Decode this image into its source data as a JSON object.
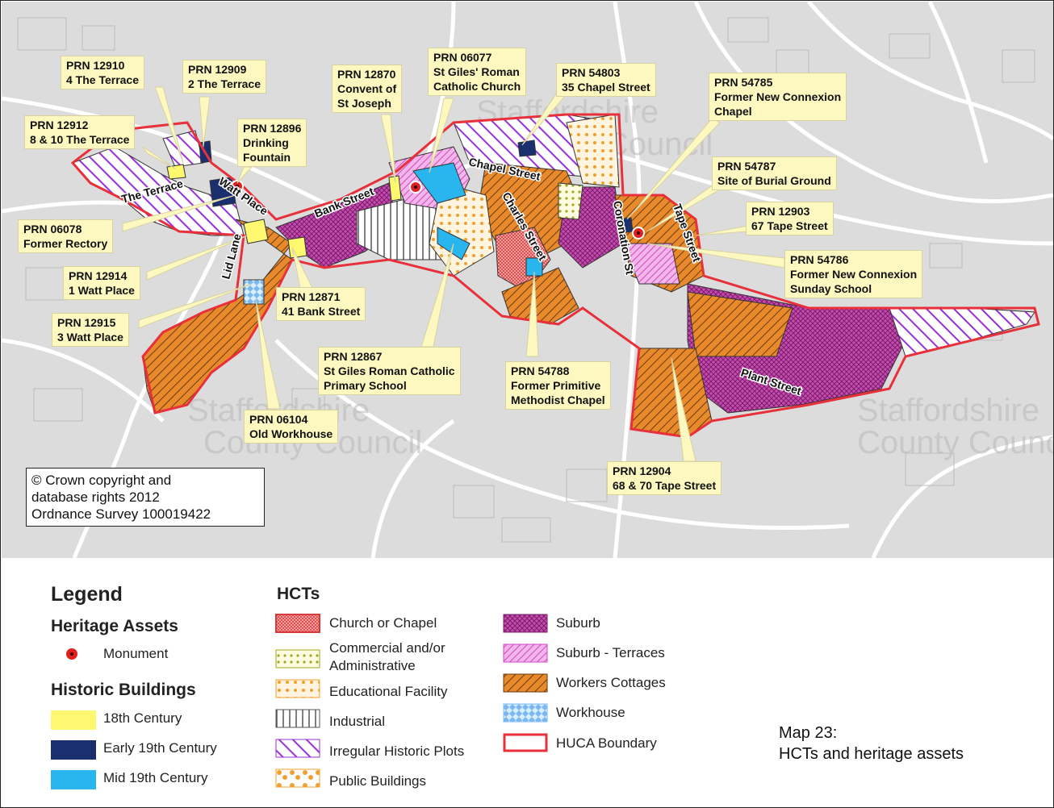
{
  "callouts": [
    {
      "prn": "PRN 12910",
      "name": "4 The Terrace"
    },
    {
      "prn": "PRN 12909",
      "name": "2 The Terrace"
    },
    {
      "prn": "PRN 12912",
      "name": "8 & 10 The Terrace"
    },
    {
      "prn": "PRN 12896",
      "name": "Drinking",
      "name2": "Fountain"
    },
    {
      "prn": "PRN 12870",
      "name": "Convent of",
      "name2": "St Joseph"
    },
    {
      "prn": "PRN 06077",
      "name": "St Giles' Roman",
      "name2": "Catholic Church"
    },
    {
      "prn": "PRN 54803",
      "name": "35 Chapel Street"
    },
    {
      "prn": "PRN 54785",
      "name": "Former New Connexion",
      "name2": "Chapel"
    },
    {
      "prn": "PRN 54787",
      "name": "Site of Burial Ground"
    },
    {
      "prn": "PRN 12903",
      "name": "67 Tape Street"
    },
    {
      "prn": "PRN 06078",
      "name": "Former Rectory"
    },
    {
      "prn": "PRN 12914",
      "name": "1 Watt Place"
    },
    {
      "prn": "PRN 54786",
      "name": "Former New Connexion",
      "name2": "Sunday School"
    },
    {
      "prn": "PRN 12871",
      "name": "41 Bank Street"
    },
    {
      "prn": "PRN 12915",
      "name": "3 Watt Place"
    },
    {
      "prn": "PRN 12867",
      "name": "St Giles Roman Catholic",
      "name2": "Primary School"
    },
    {
      "prn": "PRN 54788",
      "name": "Former Primitive",
      "name2": "Methodist Chapel"
    },
    {
      "prn": "PRN 06104",
      "name": "Old Workhouse"
    },
    {
      "prn": "PRN 12904",
      "name": "68 & 70 Tape Street"
    }
  ],
  "streets": [
    "The Terrace",
    "Watt Place",
    "Lid Lane",
    "Bank Street",
    "Chapel Street",
    "Charles Street",
    "Coronation St",
    "Tape Street",
    "Plant Street"
  ],
  "watermark": {
    "line1": "Staffordshire",
    "line2": "County Council"
  },
  "copyright": [
    "© Crown copyright and",
    "database rights 2012",
    "Ordnance Survey 100019422"
  ],
  "legend": {
    "title": "Legend",
    "heritage_title": "Heritage Assets",
    "monument": "Monument",
    "buildings_title": "Historic Buildings",
    "buildings": [
      "18th Century",
      "Early 19th Century",
      "Mid 19th Century"
    ],
    "hcts_title": "HCTs",
    "hcts_col1": [
      "Church or Chapel",
      "Commercial and/or",
      "Administrative",
      "Educational Facility",
      "Industrial",
      "Irregular Historic Plots",
      "Public Buildings"
    ],
    "hcts_col2": [
      "Suburb",
      "Suburb - Terraces",
      "Workers Cottages",
      "Workhouse",
      "HUCA  Boundary"
    ]
  },
  "map_title": [
    "Map 23:",
    "HCTs and heritage assets"
  ],
  "colors": {
    "boundary": "#e8303a",
    "cottages": "#e88a2c",
    "suburb": "#c64cb0",
    "irregular": "#9b30d8",
    "yellow": "#fdf870",
    "early19": "#1a2f6e",
    "mid19": "#29b6ee",
    "monument": "#e02020",
    "callout": "#fdf8c0"
  }
}
